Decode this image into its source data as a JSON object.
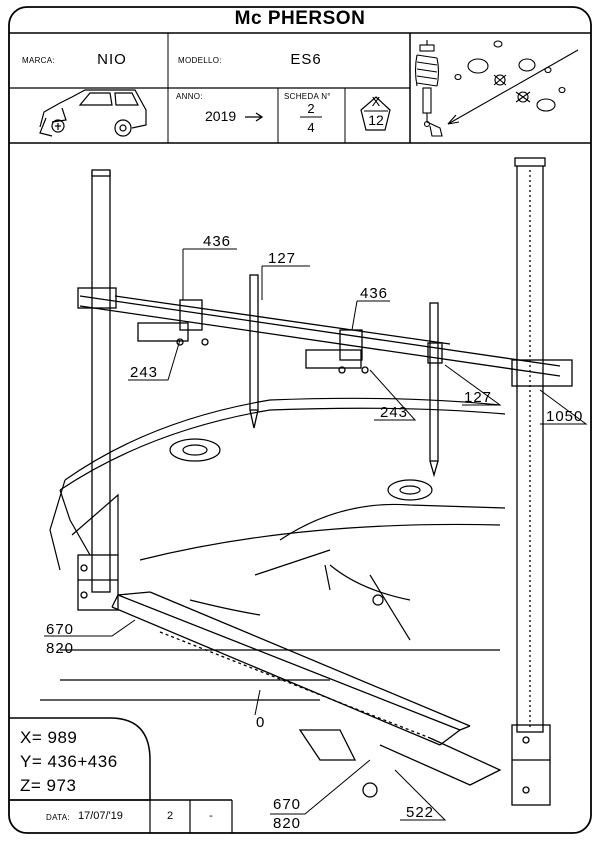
{
  "header": {
    "title": "Mc PHERSON",
    "marca_label": "MARCA:",
    "marca_value": "NIO",
    "modello_label": "MODELLO:",
    "modello_value": "ES6",
    "anno_label": "ANNO:",
    "anno_value": "2019",
    "scheda_label": "SCHEDA N°",
    "scheda_num": "2",
    "scheda_den": "4",
    "badge_top": "X",
    "badge_bottom": "12"
  },
  "callouts": {
    "c436_left": "436",
    "c127_top": "127",
    "c436_right": "436",
    "c243_left": "243",
    "c243_right": "243",
    "c127_right": "127",
    "c1050": "1050",
    "c670_left": "670",
    "c820_left": "820",
    "c0": "0",
    "c670_bottom": "670",
    "c820_bottom": "820",
    "c522": "522"
  },
  "coordinates": {
    "x": "X= 989",
    "y": "Y= 436+436",
    "z": "Z= 973"
  },
  "footer": {
    "date_label": "DATA:",
    "date_value": "17/07/'19",
    "cell2": "2",
    "cell3": "-"
  }
}
